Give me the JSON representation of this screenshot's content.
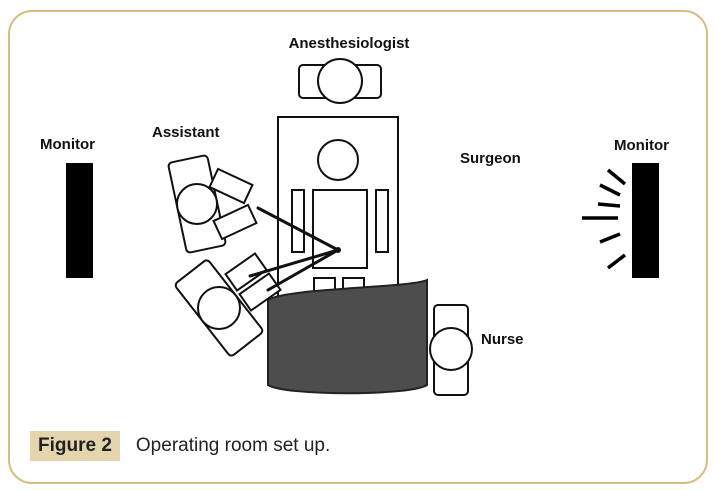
{
  "labels": {
    "anesthesiologist": "Anesthesiologist",
    "assistant": "Assistant",
    "monitor_left": "Monitor",
    "monitor_right": "Monitor",
    "surgeon": "Surgeon",
    "nurse": "Nurse"
  },
  "caption": {
    "figure_label": "Figure 2",
    "text": "Operating room set up."
  },
  "colors": {
    "frame_border": "#d4bf7f",
    "caption_label_bg": "#e5d5ad",
    "drape": "#4d4d4d",
    "monitor": "#000000"
  }
}
